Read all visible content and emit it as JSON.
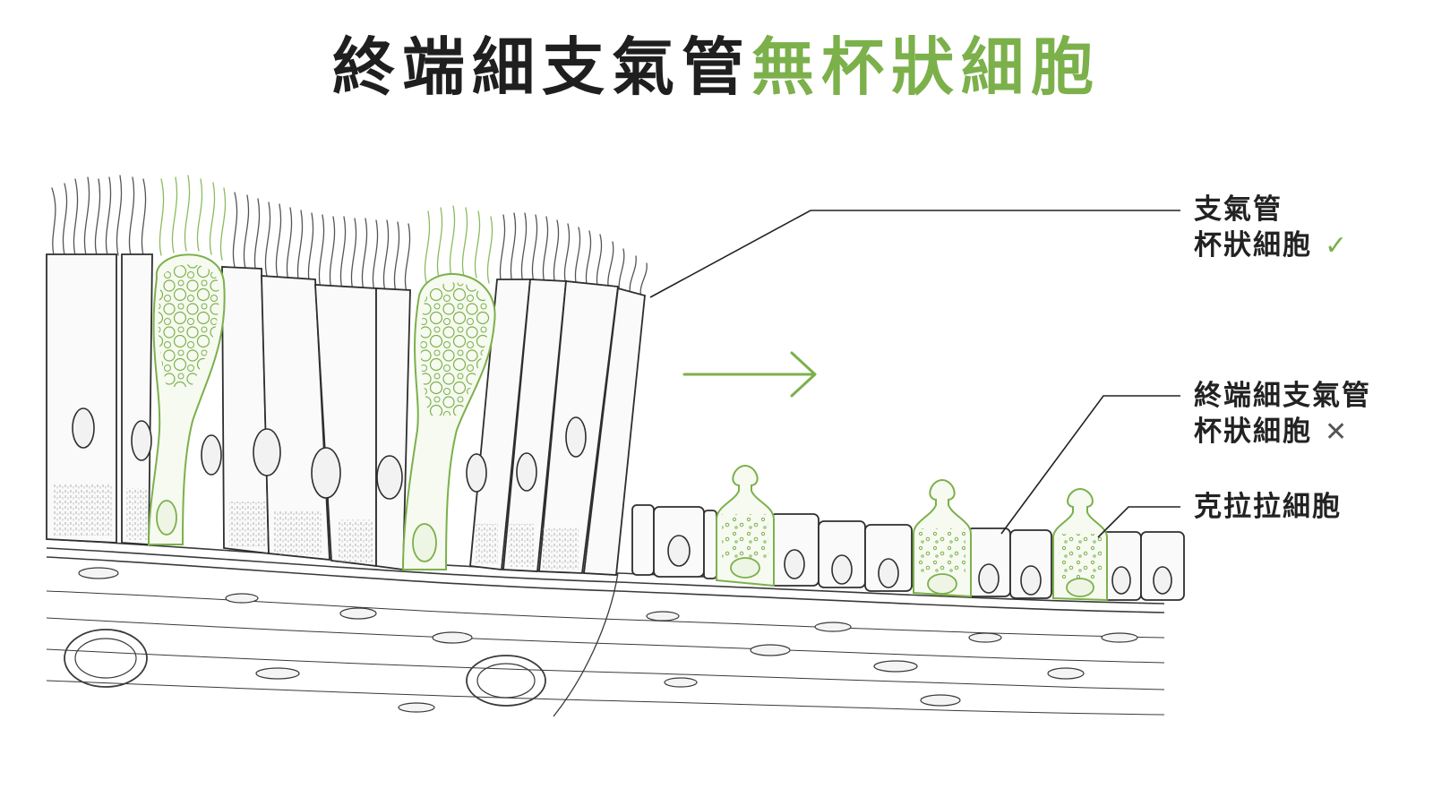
{
  "title": {
    "part1": "終端細支氣管",
    "part2": "無杯狀細胞"
  },
  "labels": {
    "bronchus": {
      "line1": "支氣管",
      "line2": "杯狀細胞",
      "mark": "✓"
    },
    "terminal": {
      "line1": "終端細支氣管",
      "line2": "杯狀細胞",
      "mark": "✕"
    },
    "club": {
      "line1": "克拉拉細胞"
    }
  },
  "colors": {
    "accent_green": "#7cb04b",
    "ink": "#222222",
    "line": "#3a3a3a"
  },
  "icons": {
    "check": "check-icon",
    "cross": "cross-icon",
    "arrow": "right-arrow-icon"
  }
}
